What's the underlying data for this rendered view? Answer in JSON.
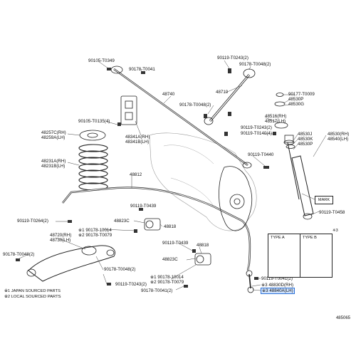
{
  "labels": {
    "p1": "90105-T0349",
    "p2": "90178-T0041",
    "p3": "48740",
    "p4": "90119-T0243(2)",
    "p5": "90178-T0048(2)",
    "p6": "48710",
    "p7": "90178-T0048(2)",
    "p8": "90177-T0009",
    "p9": "48530P",
    "p10": "48530G",
    "p11": "48516(RH)",
    "p12": "48517(LH)",
    "p13": "90119-T0243(2)",
    "p14": "90119-T0140(4)",
    "p15": "48530J",
    "p16": "48530K",
    "p17": "48530P",
    "p18": "48530(RH)",
    "p19": "48540(LH)",
    "p20": "90105-T0135(4)",
    "p21": "48257C(RH)",
    "p22": "48259A(LH)",
    "p23": "48341A(RH)",
    "p24": "48341B(LH)",
    "p25": "48231A(RH)",
    "p26": "48231B(LH)",
    "p27": "90119-T0440",
    "p28": "48812",
    "p29": "90119-T0439",
    "p30": "48823C",
    "p31": "48818",
    "p32": "90119-T0264(2)",
    "p33": "※1 90178-10014",
    "p34": "※2 90178-T0079",
    "p35": "48720(RH)",
    "p36": "48730(LH)",
    "p37": "90178-T0048(2)",
    "p38": "90178-T0048(2)",
    "p39": "90119-T0243(2)",
    "p40": "90119-T0439",
    "p41": "48818",
    "p42": "48823C",
    "p43": "※1 90178-10014",
    "p44": "※2 90178-T0079",
    "p45": "90178-T0041(2)",
    "p46": "90119-T0041(2)",
    "p47": "※3 48830D(RH)",
    "p48": "※3 48840A(LH)",
    "p49": "90119-T0458"
  },
  "notes": {
    "n1": "※1 JAPAN SOURCED PARTS",
    "n2": "※2 LOCAL SOURCED PARTS"
  },
  "type_box": {
    "marker": "※3",
    "type_a": "TYPE A",
    "type_b": "TYPE B"
  },
  "mark_label": "MARK",
  "diagram_code": "485065",
  "colors": {
    "highlight": "#cfe3ff",
    "highlight_border": "#2a6fd6"
  }
}
